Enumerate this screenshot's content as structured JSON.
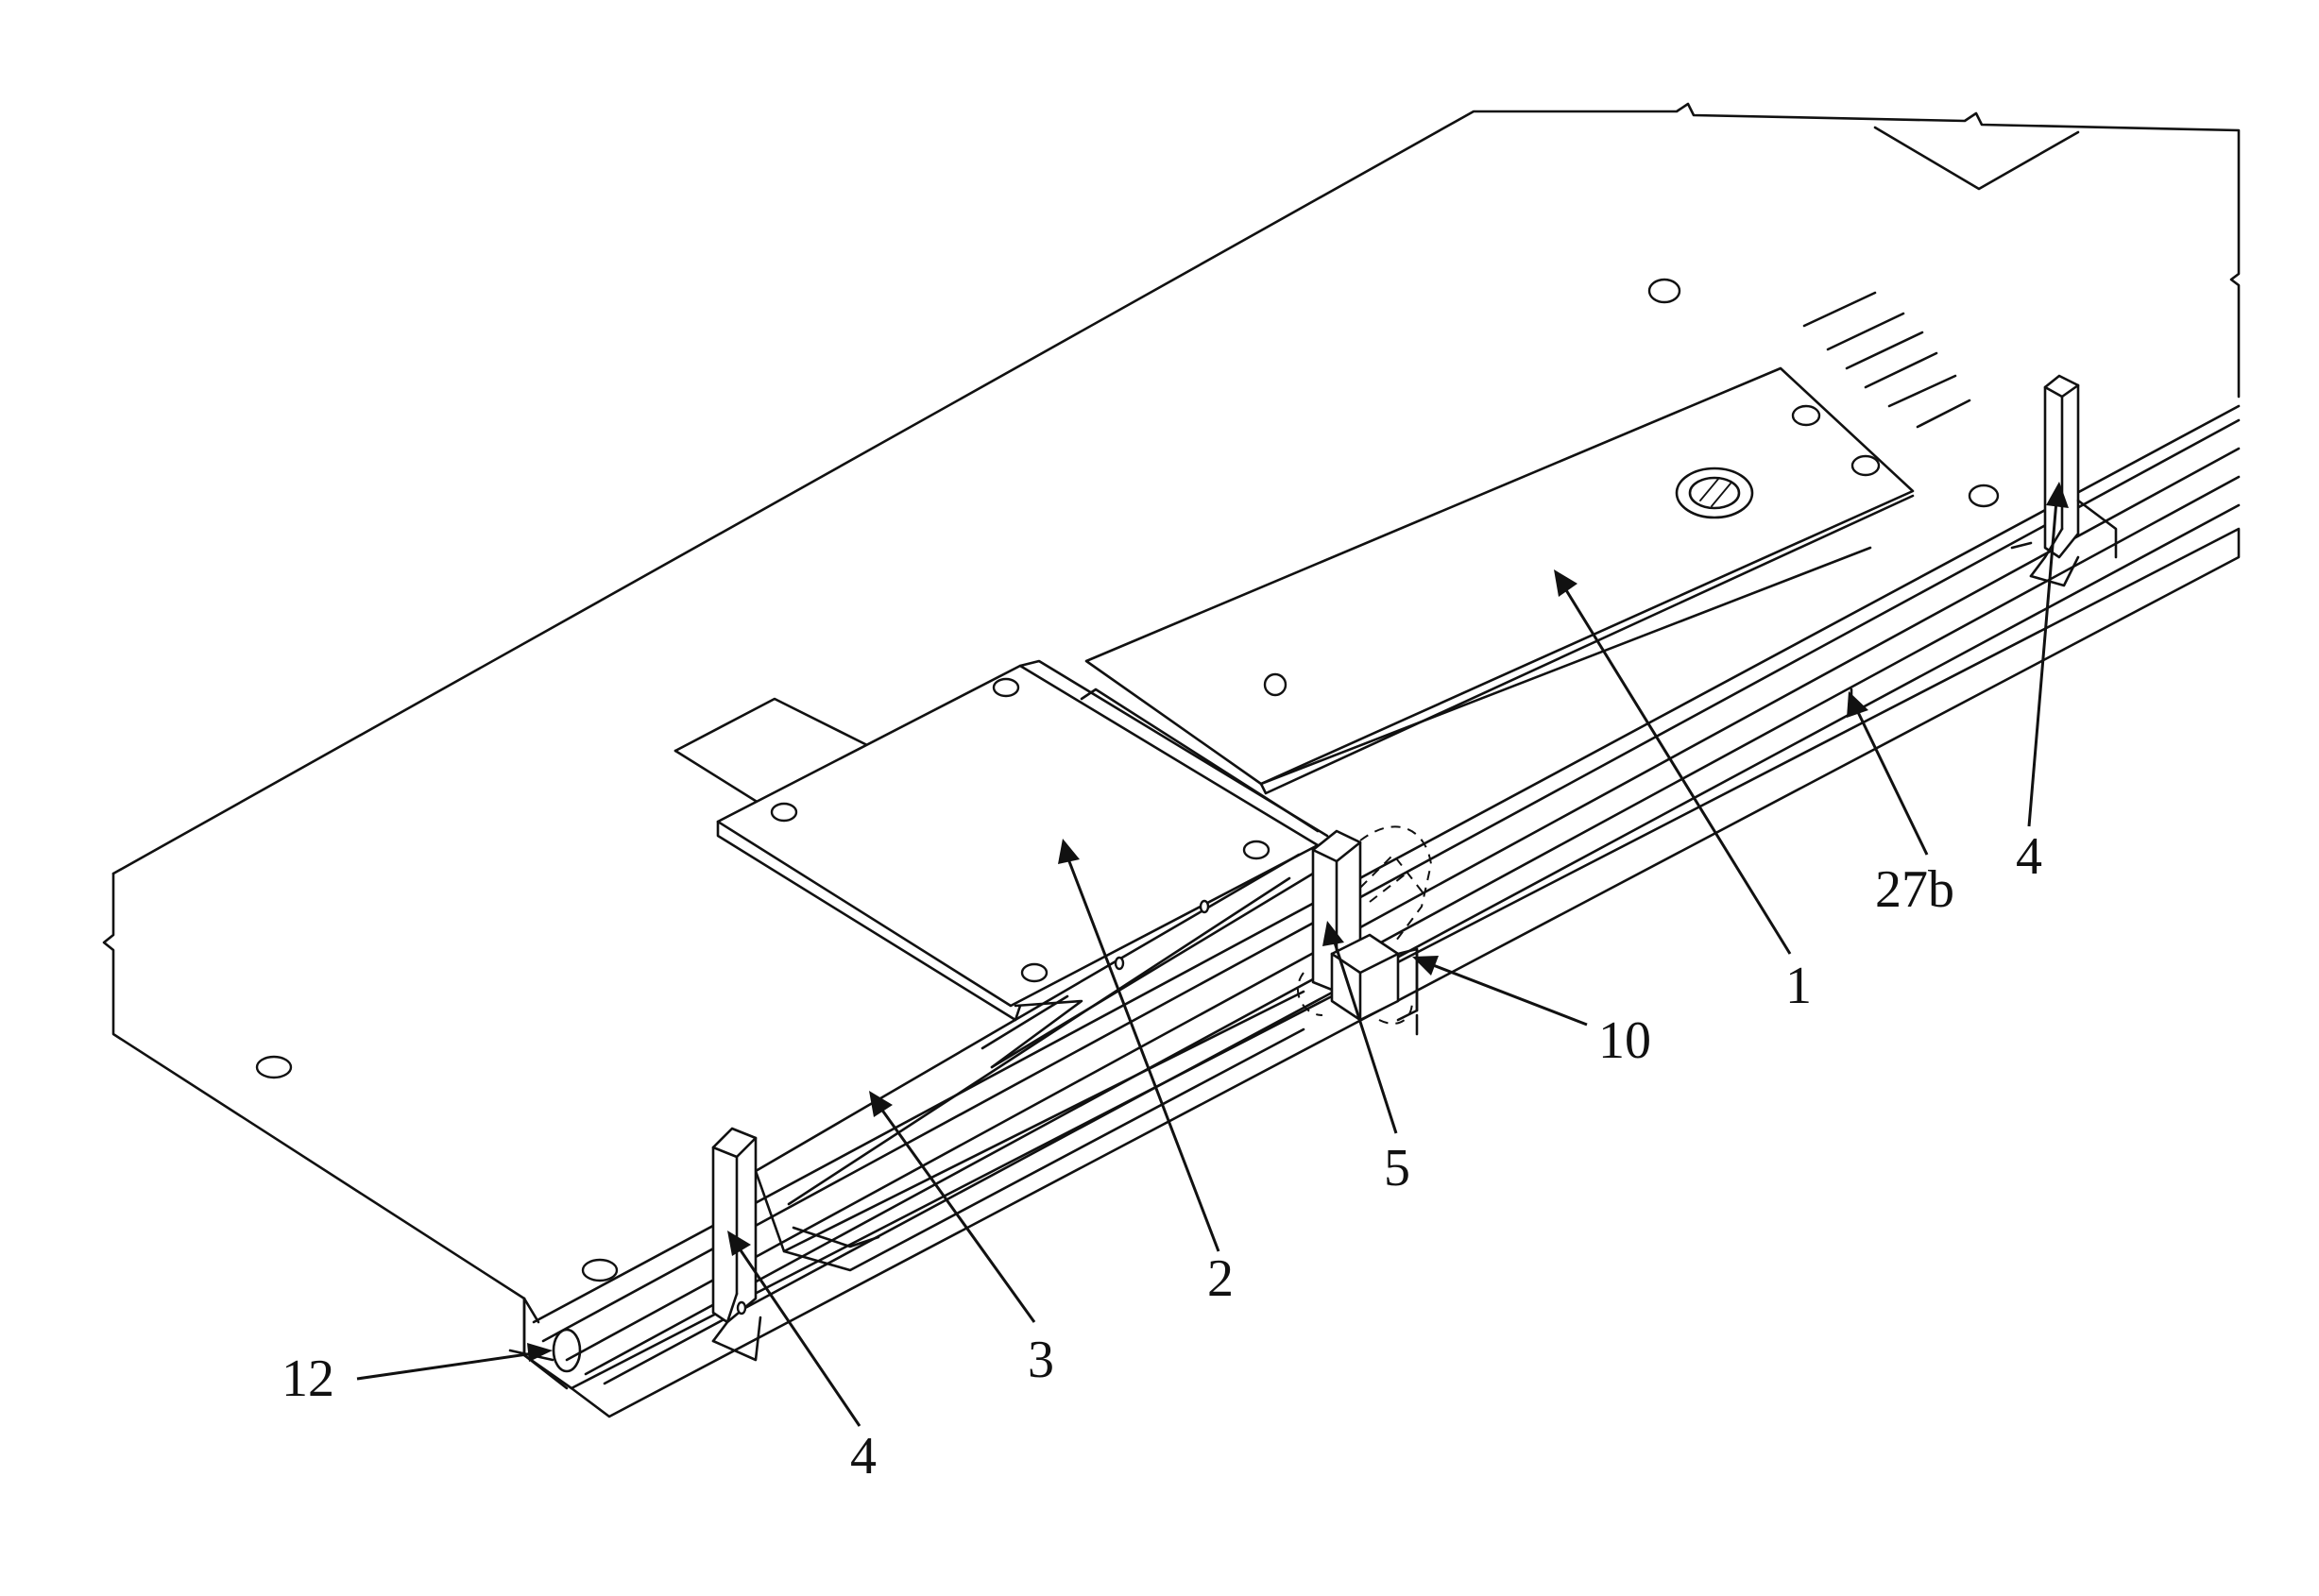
{
  "figure": {
    "labels": {
      "part_1": "1",
      "part_2": "2",
      "part_3": "3",
      "part_4_left": "4",
      "part_4_right": "4",
      "part_5": "5",
      "part_10": "10",
      "part_12": "12",
      "part_27b": "27b"
    }
  }
}
